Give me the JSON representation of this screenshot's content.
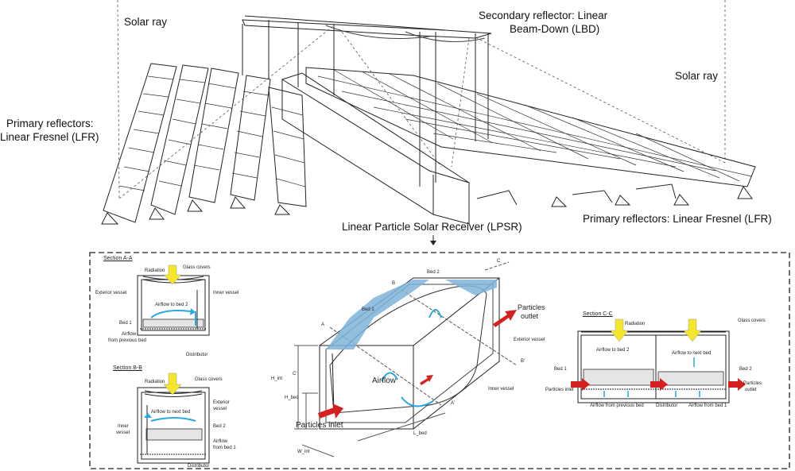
{
  "top": {
    "solar_ray_left": "Solar ray",
    "solar_ray_right": "Solar ray",
    "secondary_reflector_line1": "Secondary reflector:  Linear",
    "secondary_reflector_line2": "Beam-Down (LBD)",
    "primary_left_line1": "Primary reflectors:",
    "primary_left_line2": "Linear Fresnel (LFR)",
    "primary_right": "Primary reflectors: Linear Fresnel (LFR)",
    "receiver": "Linear Particle Solar Receiver (LPSR)"
  },
  "section_aa": {
    "title": "Section A-A",
    "radiation": "Radiation",
    "glass_covers": "Glass covers",
    "exterior_vessel": "Exterior vessel",
    "inner_vessel": "Inner vessel",
    "airflow": "Airflow to bed 2",
    "bed": "Bed 1",
    "airflow_from_1": "Airflow",
    "airflow_from_2": "from previous bed",
    "distributor": "Distributor"
  },
  "section_bb": {
    "title": "Section B-B",
    "radiation": "Radiation",
    "glass_covers": "Glass covers",
    "airflow": "Airflow to next bed",
    "exterior_1": "Exterior",
    "exterior_2": "vessel",
    "inner_1": "Inner",
    "inner_2": "vessel",
    "bed": "Bed 2",
    "airflow_from_1": "Airflow",
    "airflow_from_2": "from bed 1",
    "distributor": "Distributor"
  },
  "iso": {
    "bed2": "Bed 2",
    "bed1": "Bed 1",
    "airflow": "Airflow",
    "particles_outlet_1": "Particles",
    "particles_outlet_2": "outlet",
    "particles_inlet": "Particles inlet",
    "exterior_vessel": "Exterior vessel",
    "inner_vessel": "Inner vessel",
    "mark_a": "A",
    "mark_a2": "A'",
    "mark_b": "B",
    "mark_b2": "B'",
    "mark_c": "C",
    "mark_c2": "C'",
    "dim_h_int": "H_int",
    "dim_h_bed": "H_bed",
    "dim_l": "L_bed",
    "dim_w": "W_int"
  },
  "section_cc": {
    "title": "Section C-C",
    "radiation": "Radiation",
    "glass_covers": "Glass covers",
    "airflow_bed2": "Airflow to bed 2",
    "airflow_next": "Airflow to next bed",
    "bed1": "Bed 1",
    "bed2": "Bed 2",
    "particles_inlet": "Particles inlet",
    "particles_outlet_1": "Particles",
    "particles_outlet_2": "outlet",
    "airflow_prev": "Airflow from previous bed",
    "distributor": "Distributor",
    "airflow_bed1": "Airflow from bed 1"
  },
  "colors": {
    "radiation_arrow": "#f5e62a",
    "airflow_arrow": "#29a9df",
    "particles_arrow": "#d42020",
    "inner_wall": "#7fb3d9"
  }
}
